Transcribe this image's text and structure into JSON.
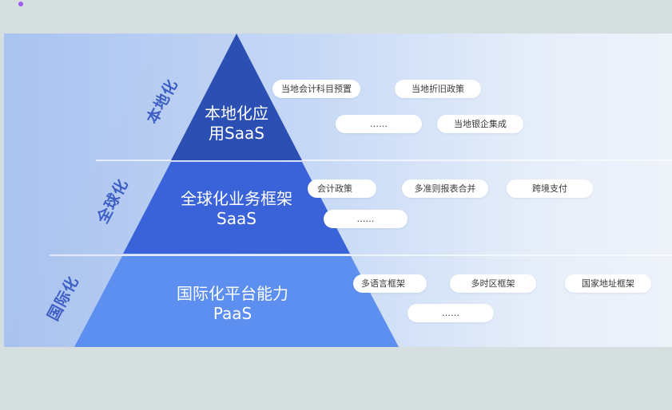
{
  "tiers": [
    {
      "id": "local",
      "side_label": "本地化",
      "title_line1": "本地化应",
      "title_line2": "用SaaS",
      "color": "#2b4fb3",
      "features": [
        "当地会计科目预置",
        "当地折旧政策",
        "……",
        "当地银企集成"
      ]
    },
    {
      "id": "global",
      "side_label": "全球化",
      "title_line1": "全球化业务框架",
      "title_line2": "SaaS",
      "color": "#3a63d9",
      "features": [
        "会计政策",
        "多准则报表合并",
        "跨境支付",
        "……"
      ]
    },
    {
      "id": "intl",
      "side_label": "国际化",
      "title_line1": "国际化平台能力",
      "title_line2": "PaaS",
      "color": "#5d8ff0",
      "features": [
        "多语言框架",
        "多时区框架",
        "国家地址框架",
        "……"
      ]
    }
  ],
  "colors": {
    "background": "#d5dfdf",
    "side_band": "#b8cdf1",
    "accent_text": "#3e5fc4"
  }
}
